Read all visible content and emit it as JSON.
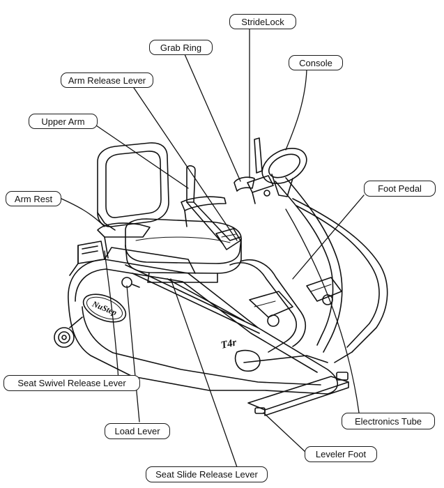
{
  "diagram": {
    "brand_text": "NuStep",
    "model_text": "T4r",
    "callouts": {
      "stridelock": "StrideLock",
      "grab_ring": "Grab Ring",
      "console": "Console",
      "arm_release_lever": "Arm Release Lever",
      "upper_arm": "Upper Arm",
      "foot_pedal": "Foot Pedal",
      "arm_rest": "Arm Rest",
      "seat_swivel_release_lever": "Seat Swivel Release Lever",
      "electronics_tube": "Electronics Tube",
      "load_lever": "Load Lever",
      "leveler_foot": "Leveler Foot",
      "seat_slide_release_lever": "Seat Slide Release Lever"
    }
  }
}
